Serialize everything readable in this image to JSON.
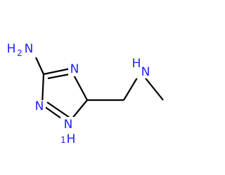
{
  "molecule": {
    "colors": {
      "nitrogen": "#2020ff",
      "bond": "#000000",
      "background": "#ffffff"
    },
    "amine_group": {
      "symbol": "H",
      "subscript": "2",
      "atom": "N"
    },
    "ring_nitrogen_top": "N",
    "ring_nitrogen_left": "N",
    "ring_nh": {
      "atom": "N",
      "prefix": "1",
      "hydrogen": "H"
    },
    "side_chain_nh": {
      "hydrogen": "H",
      "atom": "N"
    }
  }
}
